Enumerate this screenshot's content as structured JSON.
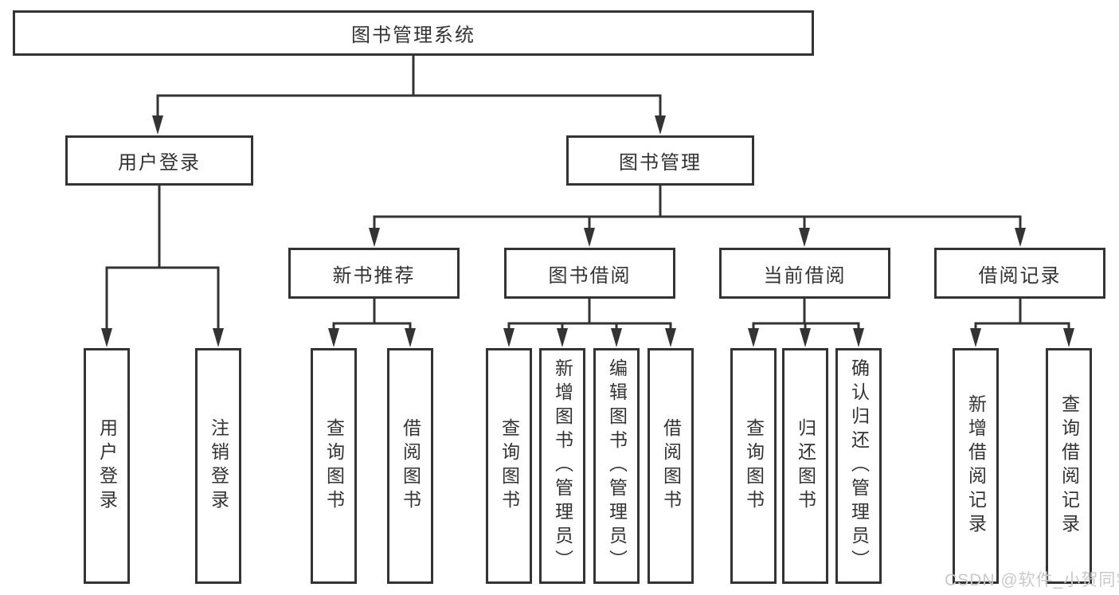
{
  "diagram": {
    "colors": {
      "line": "#333333",
      "box_border": "#333333",
      "text": "#333333",
      "background": "#ffffff",
      "watermark": "#c9c9c9"
    },
    "nodes": {
      "root": "图书管理系统",
      "user_login": "用户登录",
      "book_management": "图书管理",
      "new_book_recommend": "新书推荐",
      "book_borrowing": "图书借阅",
      "current_borrowing": "当前借阅",
      "borrowing_records": "借阅记录",
      "leaves": {
        "user_login": [
          "用户登录",
          "注销登录"
        ],
        "new_book_recommend": [
          "查询图书",
          "借阅图书"
        ],
        "book_borrowing": [
          "查询图书",
          "新增图书（管理员）",
          "编辑图书（管理员）",
          "借阅图书"
        ],
        "current_borrowing": [
          "查询图书",
          "归还图书",
          "确认归还（管理员）"
        ],
        "borrowing_records": [
          "新增借阅记录",
          "查询借阅记录"
        ]
      }
    }
  },
  "watermark": {
    "text": "CSDN @软件_小贺同学"
  }
}
